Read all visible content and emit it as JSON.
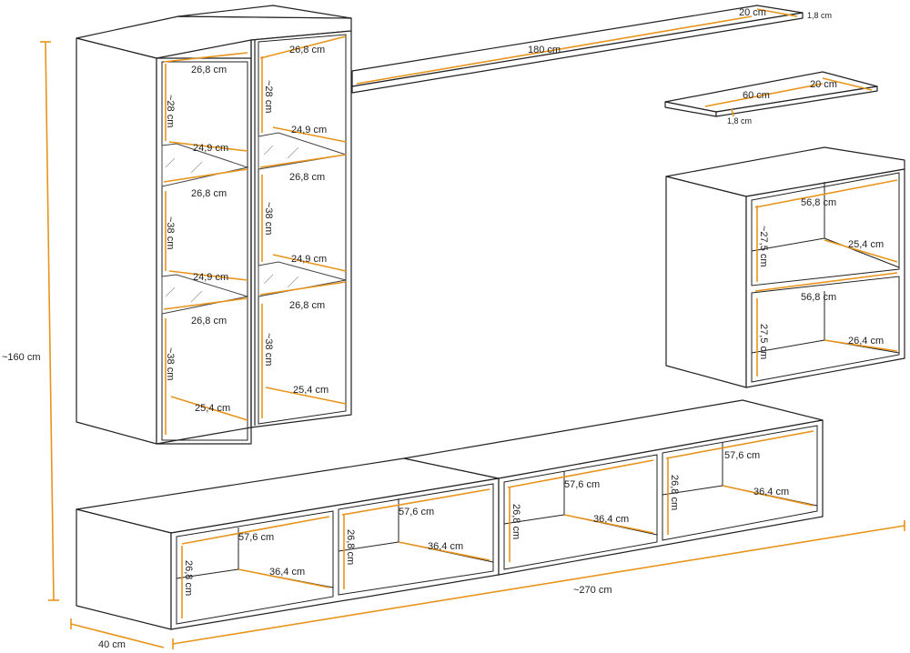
{
  "colors": {
    "dimension_line": "#e8941a",
    "outline": "#222222",
    "background": "#ffffff"
  },
  "dimensions": {
    "overall_height": "~160 cm",
    "overall_width": "~270 cm",
    "overall_depth": "40 cm",
    "long_shelf": {
      "length": "180 cm",
      "depth": "20 cm",
      "thickness": "1,8 cm"
    },
    "short_shelf": {
      "length": "60 cm",
      "depth": "20 cm",
      "thickness": "1,8 cm"
    },
    "vitrine_left": {
      "w_top": "26,8 cm",
      "h1": "~28 cm",
      "shelf1_w": "24,9 cm",
      "shelf1_d": "26,8 cm",
      "h2": "~38 cm",
      "shelf2_w": "24,9 cm",
      "shelf2_d": "26,8 cm",
      "h3": "~38 cm",
      "base_w": "25,4 cm"
    },
    "vitrine_right": {
      "w_top": "26,8 cm",
      "h1": "~28 cm",
      "shelf1_w": "24,9 cm",
      "shelf1_d": "26,8 cm",
      "h2": "~38 cm",
      "shelf2_w": "24,9 cm",
      "shelf2_d": "26,8 cm",
      "h3": "~38 cm",
      "base_w": "25,4 cm"
    },
    "wall_cube": {
      "top_w": "56,8 cm",
      "top_h": "~27,5 cm",
      "top_d": "25,4 cm",
      "bottom_w": "56,8 cm",
      "bottom_h": "27,5 cm",
      "bottom_d": "26,4 cm"
    },
    "lowboard_1": {
      "w": "57,6 cm",
      "h": "26,8 cm",
      "d": "36,4 cm"
    },
    "lowboard_2": {
      "w": "57,6 cm",
      "h": "26,8 cm",
      "d": "36,4 cm"
    },
    "lowboard_3": {
      "w": "57,6 cm",
      "h": "26,8 cm",
      "d": "36,4 cm"
    },
    "lowboard_4": {
      "w": "57,6 cm",
      "h": "26,8 cm",
      "d": "36,4 cm"
    }
  }
}
